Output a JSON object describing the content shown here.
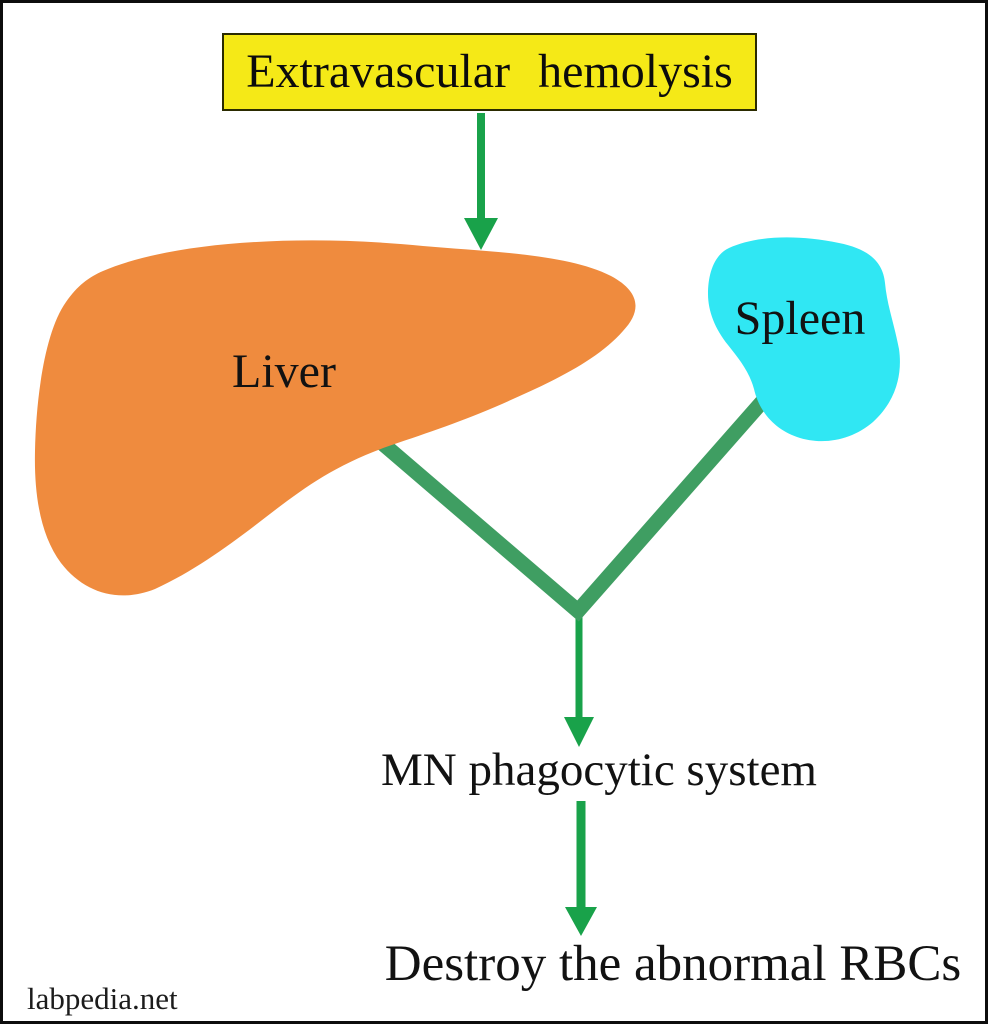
{
  "diagram": {
    "title_box": {
      "label": "Extravascular hemolysis"
    },
    "flow": {
      "liver_label": "Liver",
      "spleen_label": "Spleen",
      "mn_system_label": "MN phagocytic system",
      "outcome_label": "Destroy the abnormal RBCs"
    },
    "watermark": "labpedia.net",
    "colors": {
      "background": "#ffffff",
      "page_border": "#0d0d0d",
      "title_box_fill": "#f5e917",
      "title_box_border": "#2b2b00",
      "liver_fill": "#ef8b3e",
      "spleen_fill": "#30e7f3",
      "arrow_green": "#19a24a",
      "connector_green": "#3f9e62",
      "text": "#0f0f0f",
      "watermark_text": "#1c1c1c"
    }
  }
}
